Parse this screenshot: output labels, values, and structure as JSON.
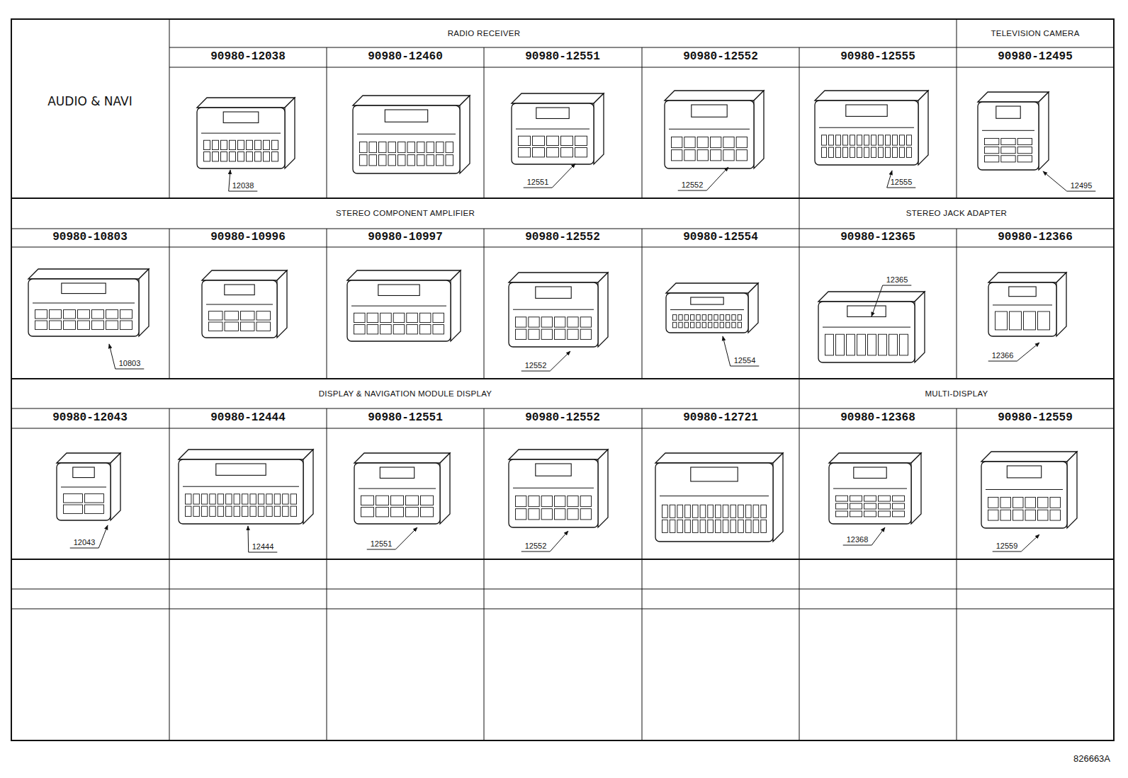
{
  "diagram": {
    "labels": [
      "AUDIO & NAVI",
      "RADIO RECEIVER",
      "TELEVISION CAMERA",
      "90980-12038",
      "90980-12460",
      "90980-12551",
      "90980-12552",
      "90980-12555",
      "90980-12495",
      "12038",
      "12551",
      "12552",
      "12555",
      "12495",
      "STEREO COMPONENT AMPLIFIER",
      "STEREO JACK ADAPTER",
      "90980-10803",
      "90980-10996",
      "90980-10997",
      "90980-12552",
      "90980-12554",
      "90980-12365",
      "90980-12366",
      "10803",
      "12552",
      "12554",
      "12365",
      "12366",
      "DISPLAY & NAVIGATION MODULE DISPLAY",
      "MULTI-DISPLAY",
      "90980-12043",
      "90980-12444",
      "90980-12551",
      "90980-12552",
      "90980-12721",
      "90980-12368",
      "90980-12559",
      "12043",
      "12444",
      "12551",
      "12552",
      "12368",
      "12559",
      "826663A"
    ]
  }
}
